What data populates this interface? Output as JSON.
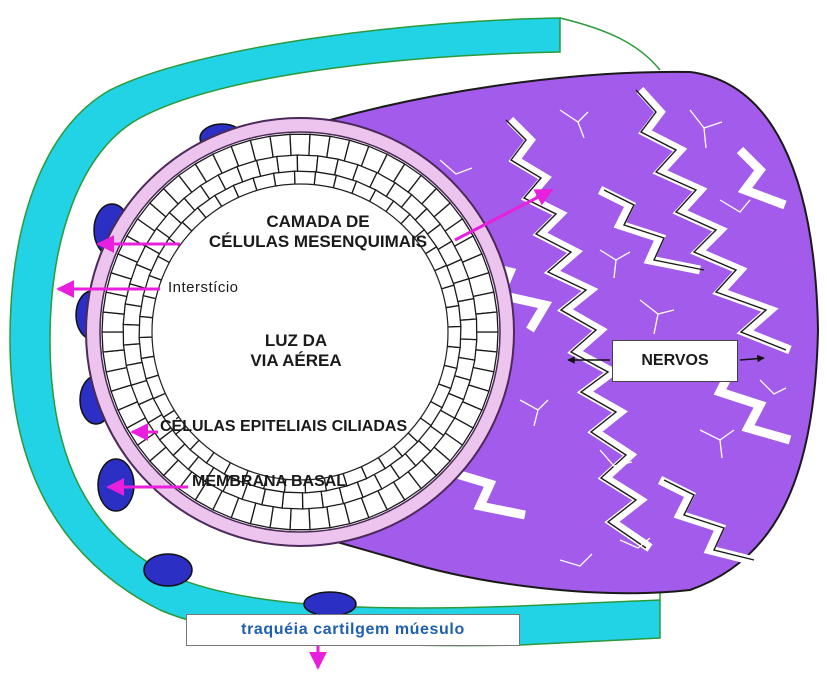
{
  "diagram": {
    "labels": {
      "camada_line1": "CAMADA DE",
      "camada_line2": "CÉLULAS MESENQUIMAIS",
      "interstitio": "Interstício",
      "luz_line1": "LUZ DA",
      "luz_line2": "VIA AÉREA",
      "nervos": "NERVOS",
      "epiteliais": "CÉLULAS EPITELIAIS CILIADAS",
      "membrana": "MEMBRANA BASAL",
      "traqueia": "traquéia cartilgem múesulo"
    },
    "colors": {
      "cartilage": "#22d3e6",
      "cartilage_outline": "#2a9a3a",
      "nerve_fill": "#a25bea",
      "nerve_outline": "#1a1a1a",
      "nerve_branch": "#ffffff",
      "basement_membrane": "#ecc4ee",
      "mesenchymal_cells": "#2b2fc4",
      "epithelial_cells": "#ffffff",
      "arrow": "#e81fdc"
    }
  }
}
